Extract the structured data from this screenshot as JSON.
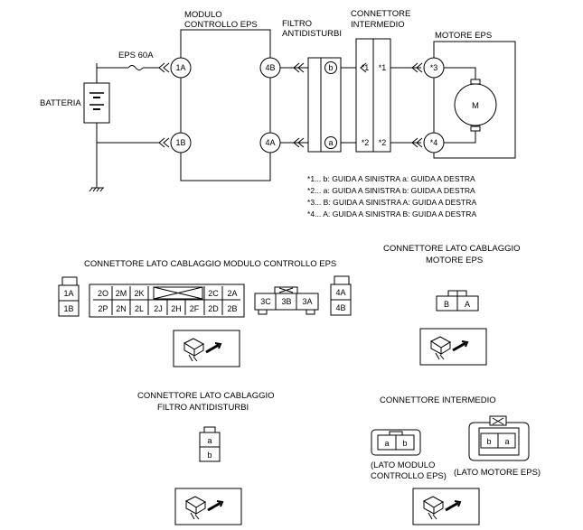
{
  "schematic": {
    "battery_label": "BATTERIA",
    "fuse_label": "EPS 60A",
    "module_title_line1": "MODULO",
    "module_title_line2": "CONTROLLO EPS",
    "filter_title_line1": "FILTRO",
    "filter_title_line2": "ANTIDISTURBI",
    "inter_title_line1": "CONNETTORE",
    "inter_title_line2": "INTERMEDIO",
    "motor_title": "MOTORE EPS",
    "motor_symbol": "M",
    "pins": {
      "p1A": "1A",
      "p1B": "1B",
      "p4B": "4B",
      "p4A": "4A",
      "pb": "b",
      "pa": "a",
      "s1a": "*1",
      "s1b": "*1",
      "s2a": "*2",
      "s2b": "*2",
      "s3": "*3",
      "s4": "*4"
    },
    "notes": [
      "*1... b: GUIDA A SINISTRA  a: GUIDA A DESTRA",
      "*2... a: GUIDA A SINISTRA  b: GUIDA A DESTRA",
      "*3... B: GUIDA A SINISTRA  A: GUIDA A DESTRA",
      "*4... A: GUIDA A SINISTRA  B: GUIDA A DESTRA"
    ]
  },
  "connectors": {
    "module": {
      "title": "CONNETTORE LATO CABLAGGIO MODULO CONTROLLO EPS",
      "small_left": [
        "1A",
        "1B"
      ],
      "main_top": [
        "2O",
        "2M",
        "2K",
        "2C",
        "2A"
      ],
      "main_bottom": [
        "2P",
        "2N",
        "2L",
        "2J",
        "2H",
        "2F",
        "2D",
        "2B"
      ],
      "mid": [
        "3C",
        "3B",
        "3A"
      ],
      "small_right": [
        "4A",
        "4B"
      ]
    },
    "motor": {
      "title_line1": "CONNETTORE LATO CABLAGGIO",
      "title_line2": "MOTORE EPS",
      "pins": [
        "B",
        "A"
      ]
    },
    "filter": {
      "title_line1": "CONNETTORE LATO CABLAGGIO",
      "title_line2": "FILTRO ANTIDISTURBI",
      "pins": [
        "a",
        "b"
      ]
    },
    "intermediate": {
      "title": "CONNETTORE INTERMEDIO",
      "left_pins": [
        "a",
        "b"
      ],
      "right_pins": [
        "b",
        "a"
      ],
      "left_caption_line1": "(LATO MODULO",
      "left_caption_line2": "CONTROLLO EPS)",
      "right_caption": "(LATO MOTORE EPS)"
    }
  }
}
